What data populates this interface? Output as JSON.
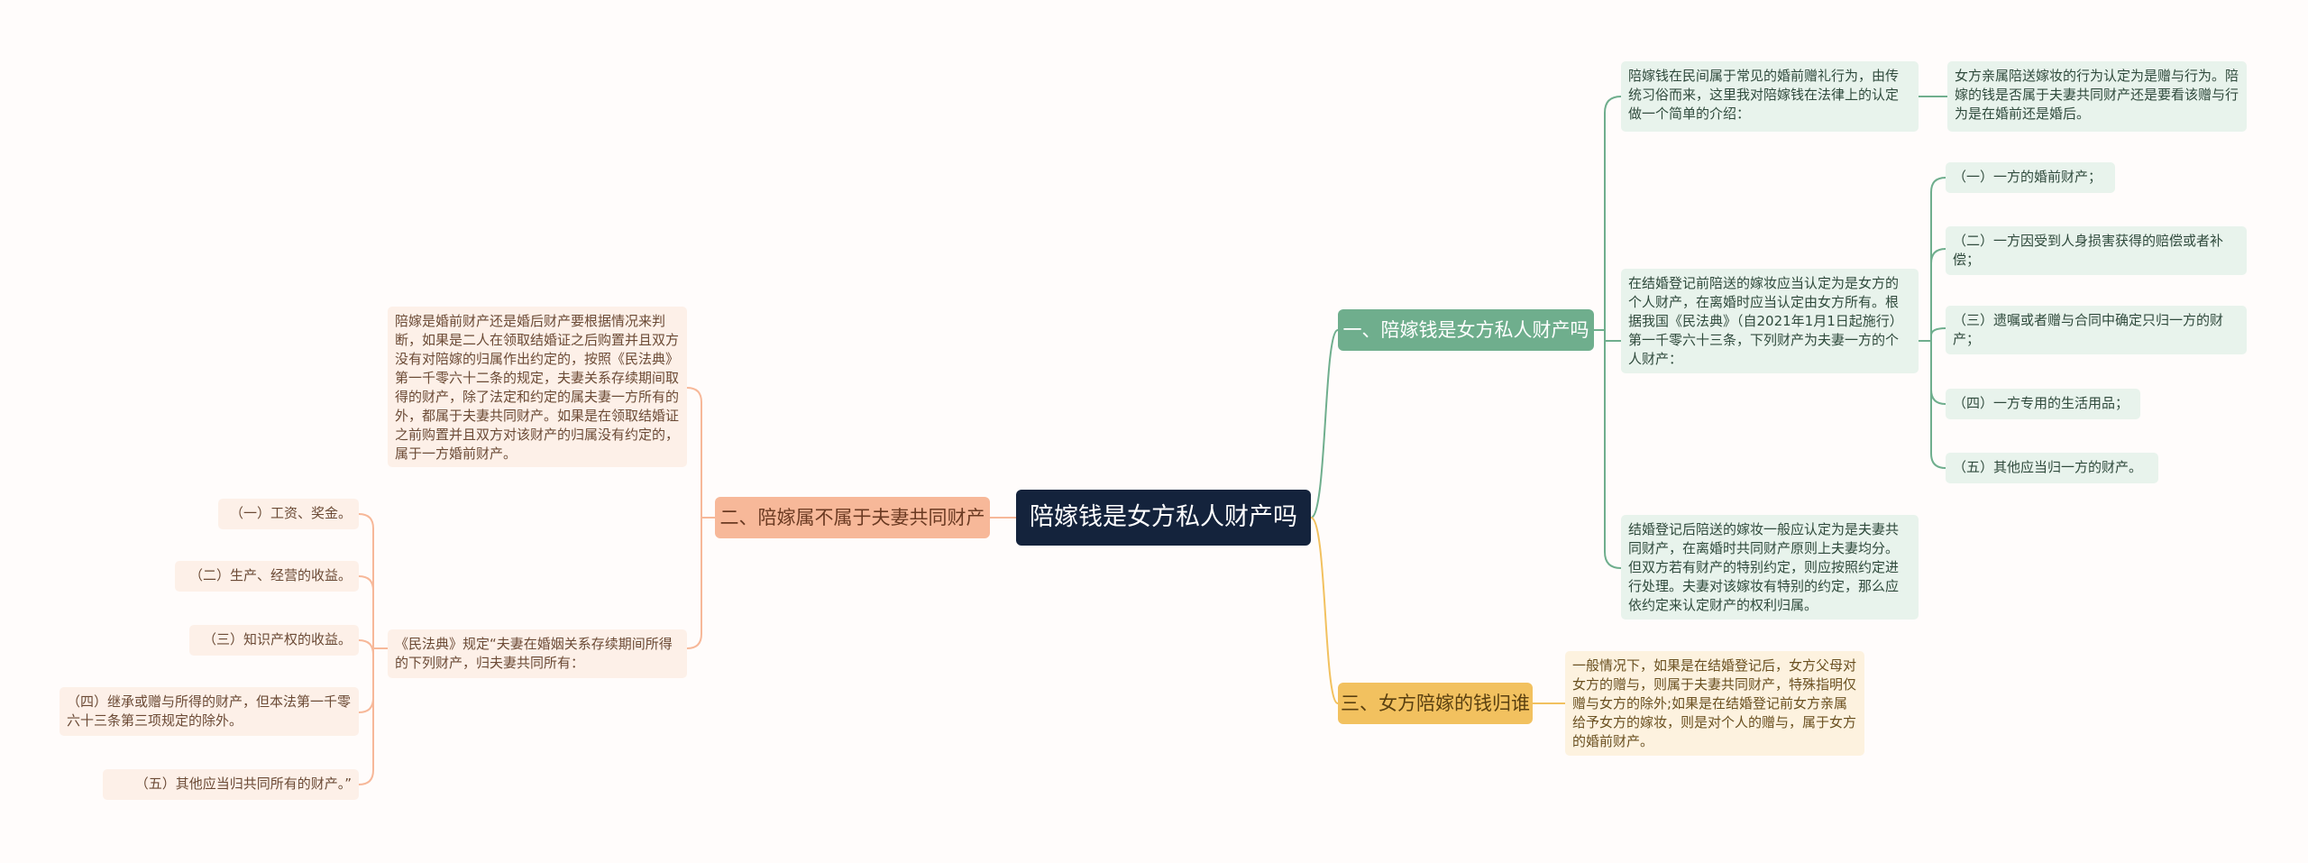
{
  "root": {
    "label": "陪嫁钱是女方私人财产吗"
  },
  "branch1": {
    "label": "一、陪嫁钱是女方私人财产吗",
    "intro": "陪嫁钱在民间属于常见的婚前赠礼行为，由传统习俗而来，这里我对陪嫁钱在法律上的认定做一个简单的介绍：",
    "intro_child": "女方亲属陪送嫁妆的行为认定为是赠与行为。陪嫁的钱是否属于夫妻共同财产还是要看该赠与行为是在婚前还是婚后。",
    "before": "在结婚登记前陪送的嫁妆应当认定为是女方的个人财产，在离婚时应当认定由女方所有。根据我国《民法典》（自2021年1月1日起施行）第一千零六十三条，下列财产为夫妻一方的个人财产：",
    "items": [
      "（一）一方的婚前财产；",
      "（二）一方因受到人身损害获得的赔偿或者补偿；",
      "（三）遗嘱或者赠与合同中确定只归一方的财产；",
      "（四）一方专用的生活用品；",
      "（五）其他应当归一方的财产。"
    ],
    "after": "结婚登记后陪送的嫁妆一般应认定为是夫妻共同财产，在离婚时共同财产原则上夫妻均分。但双方若有财产的特别约定，则应按照约定进行处理。夫妻对该嫁妆有特别的约定，那么应依约定来认定财产的权利归属。"
  },
  "branch2": {
    "label": "二、陪嫁属不属于夫妻共同财产",
    "text1": "陪嫁是婚前财产还是婚后财产要根据情况来判断，如果是二人在领取结婚证之后购置并且双方没有对陪嫁的归属作出约定的，按照《民法典》第一千零六十二条的规定，夫妻关系存续期间取得的财产，除了法定和约定的属夫妻一方所有的外，都属于夫妻共同财产。如果是在领取结婚证之前购置并且双方对该财产的归属没有约定的，属于一方婚前财产。",
    "text2": "《民法典》规定“夫妻在婚姻关系存续期间所得的下列财产，归夫妻共同所有：",
    "items": [
      "（一）工资、奖金。",
      "（二）生产、经营的收益。",
      "（三）知识产权的收益。",
      "（四）继承或赠与所得的财产，但本法第一千零六十三条第三项规定的除外。",
      "（五）其他应当归共同所有的财产。”"
    ]
  },
  "branch3": {
    "label": "三、女方陪嫁的钱归谁",
    "text": "一般情况下，如果是在结婚登记后，女方父母对女方的赠与，则属于夫妻共同财产，特殊指明仅赠与女方的除外;如果是在结婚登记前女方亲属给予女方的嫁妆，则是对个人的赠与，属于女方的婚前财产。"
  },
  "colors": {
    "root": "#14233c",
    "branch1": "#6fae8d",
    "branch2": "#f7b899",
    "branch3": "#f2c15f"
  }
}
